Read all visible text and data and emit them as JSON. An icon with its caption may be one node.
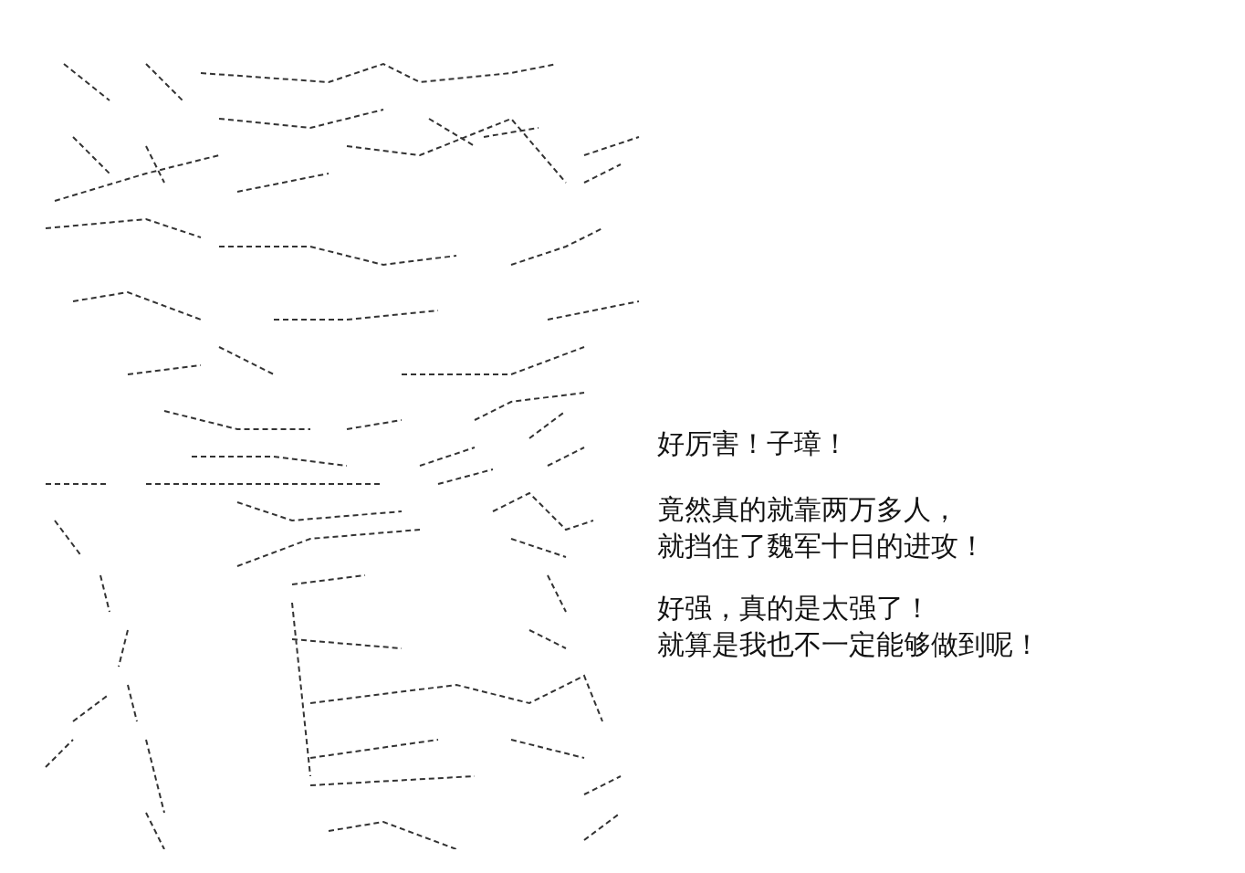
{
  "diagram": {
    "labels": [
      "好厉害！子璋！",
      "竟然真的就靠两万多人，",
      "就挡住了魏军十日的进攻！",
      "好强，真的是太强了！",
      "就算是我也不一定能够做到呢！"
    ]
  }
}
